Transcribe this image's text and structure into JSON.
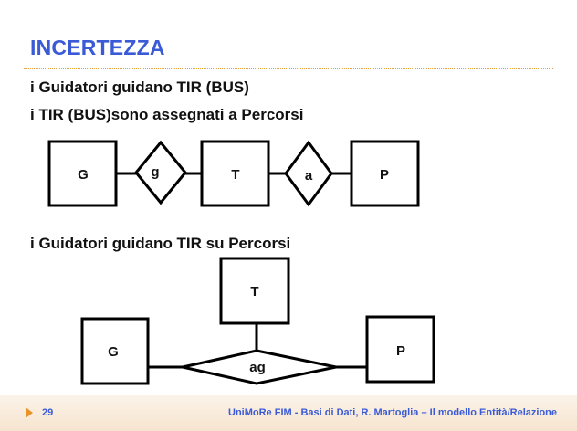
{
  "slide": {
    "title": "INCERTEZZA",
    "line1": "i Guidatori guidano TIR (BUS)",
    "line2": "i TIR (BUS)sono assegnati a Percorsi",
    "line3": "i Guidatori guidano TIR su Percorsi"
  },
  "diagram1": {
    "entity_g": "G",
    "relation_g": "g",
    "entity_t": "T",
    "relation_a": "a",
    "entity_p": "P"
  },
  "diagram2": {
    "entity_t": "T",
    "entity_g": "G",
    "relation_ag": "ag",
    "entity_p": "P"
  },
  "footer": {
    "page_number": "29",
    "text": "UniMoRe FIM - Basi di Dati, R. Martoglia – Il modello Entità/Relazione"
  },
  "colors": {
    "title": "#3b5bd6",
    "rule": "#e8a43a",
    "footer_arrow": "#e8922a"
  }
}
